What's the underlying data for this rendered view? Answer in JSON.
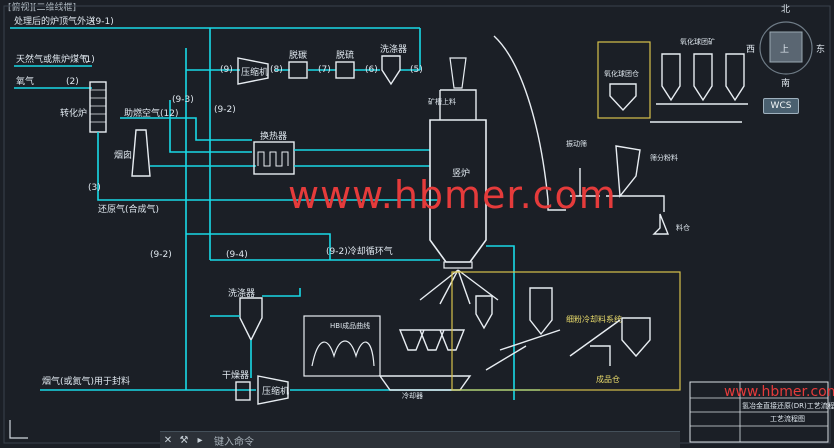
{
  "tab": {
    "label": "[俯视][二维线框]"
  },
  "viewcube": {
    "north": "北",
    "south": "南",
    "west": "西",
    "east": "东",
    "top": "上",
    "wcs": "WCS"
  },
  "watermark": {
    "main": "www.hbmer.com",
    "small": "www.hbmer.com"
  },
  "command": {
    "placeholder": "键入命令"
  },
  "labels": {
    "exhaust_out": "处理后的炉顶气外送",
    "exhaust_out_num": "(9-1)",
    "natgas": "天然气或焦炉煤气",
    "natgas_num": "(1)",
    "oxygen": "氧气",
    "oxygen_num": "(2)",
    "reformer": "转化炉",
    "n9": "(9)",
    "compressor1": "压缩机",
    "n8": "(8)",
    "decarb": "脱碳",
    "n7": "(7)",
    "desulf": "脱硫",
    "n6": "(6)",
    "scrubber1": "洗涤器",
    "n5": "(5)",
    "n93": "(9-3)",
    "n92a": "(9-2)",
    "combustion_air": "助燃空气",
    "n12": "(12)",
    "chimney": "烟囱",
    "heat_exchanger": "换热器",
    "n3": "(3)",
    "reducing_gas": "还原气(合成气)",
    "shaft_furnace": "竖炉",
    "n94": "(9-4)",
    "n92b": "(9-2)",
    "cooling_gas": "(9-2)冷却循环气",
    "n92c": "(9-2)",
    "scrubber2": "洗涤器",
    "flue_gas": "烟气(或氮气)用于封料",
    "dryer": "干燥器",
    "compressor2": "压缩机",
    "bin": "料仓",
    "raw_material": "矿槽上料",
    "oxide_pellet": "氧化球团矿",
    "pellet_bin": "氧化球团仓",
    "screen": "振动筛",
    "fines": "筛分粉料",
    "hbi_curve": "HBI成品曲线",
    "cooler": "冷却器",
    "fine_system": "细粉冷却料系统",
    "product_bin": "成品仓",
    "title_block": "氢冶金直接还原(DR)工艺流程图",
    "title_sub": "工艺流程图"
  },
  "colors": {
    "background": "#1b1f26",
    "cyan": "#19d9e6",
    "white": "#e8edf2",
    "yellow": "#d8c24a",
    "watermark": "#e53b3b"
  }
}
